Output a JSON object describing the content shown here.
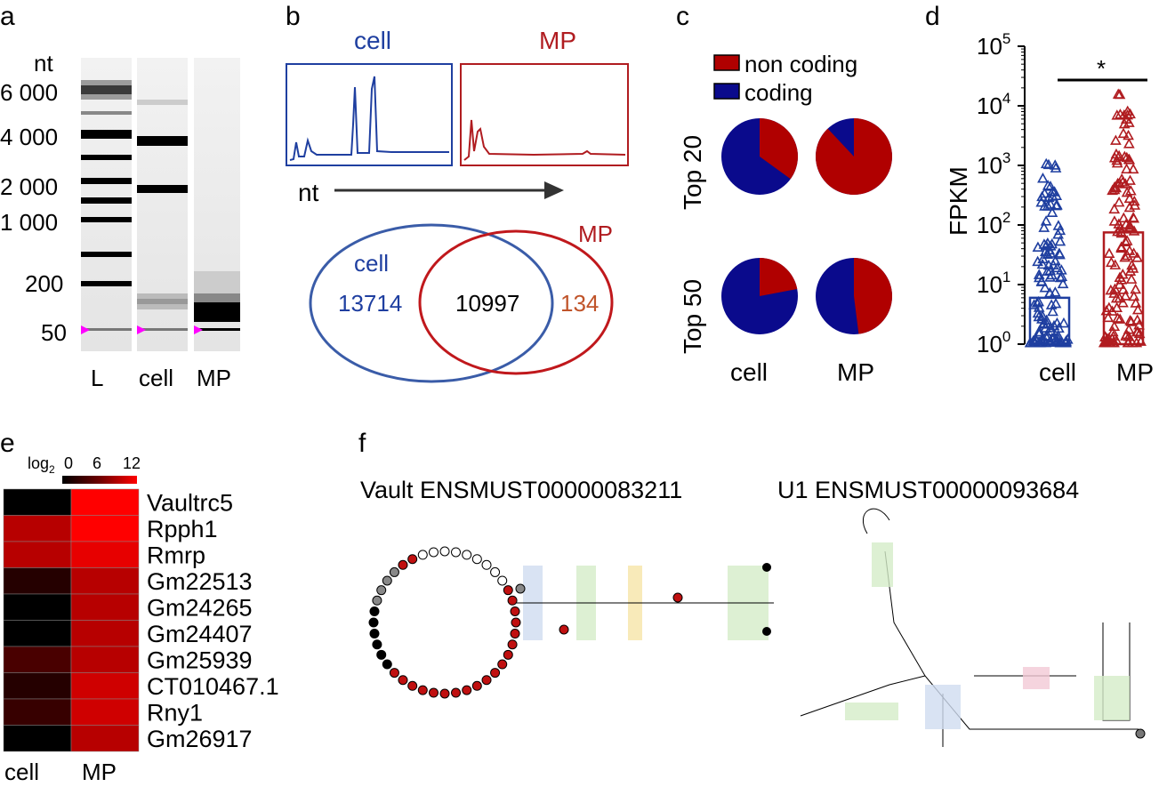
{
  "panels": {
    "a": "a",
    "b": "b",
    "c": "c",
    "d": "d",
    "e": "e",
    "f": "f"
  },
  "colors": {
    "cell": "#1f3fa0",
    "mp": "#b01c20",
    "coding": "#0a0a8c",
    "non_coding": "#b00000",
    "pink_marker": "#ff00ff"
  },
  "chart_data": [
    {
      "panel": "a",
      "type": "gel",
      "unit_label": "nt",
      "size_markers": [
        "6 000",
        "4 000",
        "2 000",
        "1 000",
        "200",
        "50"
      ],
      "lanes": [
        "L",
        "cell",
        "MP"
      ]
    },
    {
      "panel": "b",
      "type": "line",
      "traces": [
        {
          "name": "cell"
        },
        {
          "name": "MP"
        }
      ],
      "axis_label": "nt"
    },
    {
      "panel": "b",
      "type": "venn",
      "sets": [
        {
          "name": "cell",
          "only": "13714"
        },
        {
          "name": "MP",
          "only": "134"
        }
      ],
      "overlap": "10997"
    },
    {
      "panel": "c",
      "type": "pie",
      "legend": [
        "non coding",
        "coding"
      ],
      "rows": [
        "Top 20",
        "Top 50"
      ],
      "columns": [
        "cell",
        "MP"
      ],
      "non_coding_fraction": {
        "top20": {
          "cell": 0.35,
          "mp": 0.88
        },
        "top50": {
          "cell": 0.22,
          "mp": 0.48
        }
      }
    },
    {
      "panel": "d",
      "type": "scatter",
      "ylabel": "FPKM",
      "yscale": "log",
      "ylim": [
        1,
        100000
      ],
      "yticks": [
        {
          "base": "10",
          "exp": "0"
        },
        {
          "base": "10",
          "exp": "1"
        },
        {
          "base": "10",
          "exp": "2"
        },
        {
          "base": "10",
          "exp": "3"
        },
        {
          "base": "10",
          "exp": "4"
        },
        {
          "base": "10",
          "exp": "5"
        }
      ],
      "categories": [
        "cell",
        "MP"
      ],
      "median_bar": {
        "cell": 6,
        "mp": 75
      },
      "significance": "*"
    },
    {
      "panel": "e",
      "type": "heatmap",
      "scale_label": "log",
      "scale_sub": "2",
      "scale_ticks": [
        "0",
        "6",
        "12"
      ],
      "columns": [
        "cell",
        "MP"
      ],
      "rows": [
        "Vaultrc5",
        "Rpph1",
        "Rmrp",
        "Gm22513",
        "Gm24265",
        "Gm24407",
        "Gm25939",
        "CT010467.1",
        "Rny1",
        "Gm26917"
      ],
      "values": [
        [
          0,
          12
        ],
        [
          9,
          12
        ],
        [
          9,
          11
        ],
        [
          2,
          9
        ],
        [
          0,
          9
        ],
        [
          0,
          9
        ],
        [
          4,
          9
        ],
        [
          2,
          10
        ],
        [
          3,
          10
        ],
        [
          0,
          9
        ]
      ]
    }
  ],
  "structures": {
    "vault_title": "Vault ENSMUST00000083211",
    "u1_title": "U1 ENSMUST00000093684"
  }
}
